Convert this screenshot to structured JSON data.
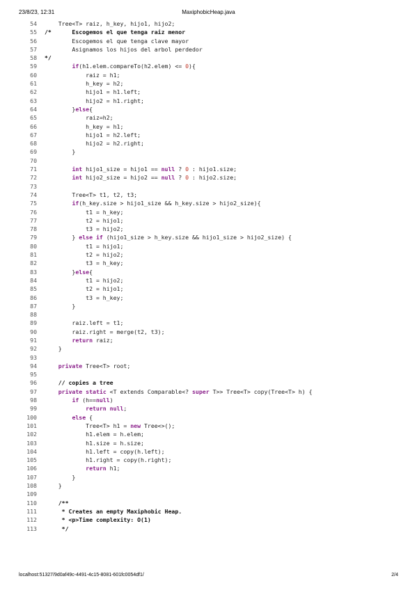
{
  "header": {
    "datetime": "23/8/23, 12:31",
    "file_title": "MaxiphobicHeap.java"
  },
  "footer": {
    "url": "localhost:51327/9d0af49c-4491-4c15-8081-601fc0054df1/",
    "page": "2/4"
  },
  "lines": [
    {
      "n": "54",
      "t": "    Tree<T> raiz, h_key, hijo1, hijo2;"
    },
    {
      "n": "55",
      "t": "/*      Escogemos el que tenga raiz menor"
    },
    {
      "n": "56",
      "t": "        Escogemos el que tenga clave mayor"
    },
    {
      "n": "57",
      "t": "        Asignamos los hijos del arbol perdedor"
    },
    {
      "n": "58",
      "t": "*/"
    },
    {
      "n": "59",
      "t": "        if(h1.elem.compareTo(h2.elem) <= 0){"
    },
    {
      "n": "60",
      "t": "            raiz = h1;"
    },
    {
      "n": "61",
      "t": "            h_key = h2;"
    },
    {
      "n": "62",
      "t": "            hijo1 = h1.left;"
    },
    {
      "n": "63",
      "t": "            hijo2 = h1.right;"
    },
    {
      "n": "64",
      "t": "        }else{"
    },
    {
      "n": "65",
      "t": "            raiz=h2;"
    },
    {
      "n": "66",
      "t": "            h_key = h1;"
    },
    {
      "n": "67",
      "t": "            hijo1 = h2.left;"
    },
    {
      "n": "68",
      "t": "            hijo2 = h2.right;"
    },
    {
      "n": "69",
      "t": "        }"
    },
    {
      "n": "70",
      "t": ""
    },
    {
      "n": "71",
      "t": "        int hijo1_size = hijo1 == null ? 0 : hijo1.size;"
    },
    {
      "n": "72",
      "t": "        int hijo2_size = hijo2 == null ? 0 : hijo2.size;"
    },
    {
      "n": "73",
      "t": ""
    },
    {
      "n": "74",
      "t": "        Tree<T> t1, t2, t3;"
    },
    {
      "n": "75",
      "t": "        if(h_key.size > hijo1_size && h_key.size > hijo2_size){"
    },
    {
      "n": "76",
      "t": "            t1 = h_key;"
    },
    {
      "n": "77",
      "t": "            t2 = hijo1;"
    },
    {
      "n": "78",
      "t": "            t3 = hijo2;"
    },
    {
      "n": "79",
      "t": "        } else if (hijo1_size > h_key.size && hijo1_size > hijo2_size) {"
    },
    {
      "n": "80",
      "t": "            t1 = hijo1;"
    },
    {
      "n": "81",
      "t": "            t2 = hijo2;"
    },
    {
      "n": "82",
      "t": "            t3 = h_key;"
    },
    {
      "n": "83",
      "t": "        }else{"
    },
    {
      "n": "84",
      "t": "            t1 = hijo2;"
    },
    {
      "n": "85",
      "t": "            t2 = hijo1;"
    },
    {
      "n": "86",
      "t": "            t3 = h_key;"
    },
    {
      "n": "87",
      "t": "        }"
    },
    {
      "n": "88",
      "t": ""
    },
    {
      "n": "89",
      "t": "        raiz.left = t1;"
    },
    {
      "n": "90",
      "t": "        raiz.right = merge(t2, t3);"
    },
    {
      "n": "91",
      "t": "        return raiz;"
    },
    {
      "n": "92",
      "t": "    }"
    },
    {
      "n": "93",
      "t": ""
    },
    {
      "n": "94",
      "t": "    private Tree<T> root;"
    },
    {
      "n": "95",
      "t": ""
    },
    {
      "n": "96",
      "t": "    // copies a tree"
    },
    {
      "n": "97",
      "t": "    private static <T extends Comparable<? super T>> Tree<T> copy(Tree<T> h) {"
    },
    {
      "n": "98",
      "t": "        if (h==null)"
    },
    {
      "n": "99",
      "t": "            return null;"
    },
    {
      "n": "100",
      "t": "        else {"
    },
    {
      "n": "101",
      "t": "            Tree<T> h1 = new Tree<>();"
    },
    {
      "n": "102",
      "t": "            h1.elem = h.elem;"
    },
    {
      "n": "103",
      "t": "            h1.size = h.size;"
    },
    {
      "n": "104",
      "t": "            h1.left = copy(h.left);"
    },
    {
      "n": "105",
      "t": "            h1.right = copy(h.right);"
    },
    {
      "n": "106",
      "t": "            return h1;"
    },
    {
      "n": "107",
      "t": "        }"
    },
    {
      "n": "108",
      "t": "    }"
    },
    {
      "n": "109",
      "t": ""
    },
    {
      "n": "110",
      "t": "    /**"
    },
    {
      "n": "111",
      "t": "     * Creates an empty Maxiphobic Heap."
    },
    {
      "n": "112",
      "t": "     * <p>Time complexity: O(1)"
    },
    {
      "n": "113",
      "t": "     */"
    }
  ]
}
